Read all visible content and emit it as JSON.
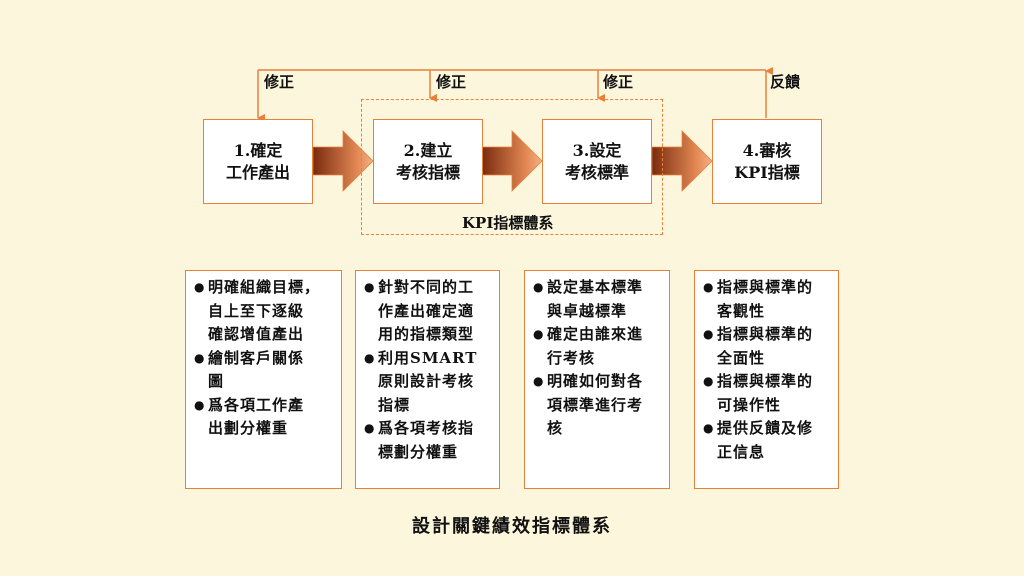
{
  "flow_labels": {
    "revise_1": "修正",
    "revise_2": "修正",
    "revise_3": "修正",
    "feedback": "反饋"
  },
  "steps": [
    {
      "line1": "1.確定",
      "line2": "工作產出"
    },
    {
      "line1": "2.建立",
      "line2": "考核指標"
    },
    {
      "line1": "3.設定",
      "line2": "考核標準"
    },
    {
      "line1": "4.審核",
      "line2": "KPI指標"
    }
  ],
  "system_label": "KPI指標體系",
  "details": [
    {
      "bullets": [
        "明確組織目標，\n自上至下逐級\n確認增值產出",
        "繪制客戶關係\n圖",
        "爲各項工作產\n出劃分權重"
      ]
    },
    {
      "bullets": [
        "針對不同的工\n作產出確定適\n用的指標類型",
        "利用SMART\n原則設計考核\n指標",
        "爲各項考核指\n標劃分權重"
      ]
    },
    {
      "bullets": [
        "設定基本標準\n與卓越標準",
        "確定由誰來進\n行考核",
        "明確如何對各\n項標準進行考\n核"
      ]
    },
    {
      "bullets": [
        "指標與標準的\n客觀性",
        "指標與標準的\n全面性",
        "指標與標準的\n可操作性",
        "提供反饋及修\n正信息"
      ]
    }
  ],
  "bullet_glyph": "●",
  "caption": "設計關鍵績效指標體系",
  "colors": {
    "background": "#FBF6DC",
    "accent": "#E8803A",
    "arrow_dark": "#7A2A0E",
    "arrow_light": "#F0A070"
  }
}
